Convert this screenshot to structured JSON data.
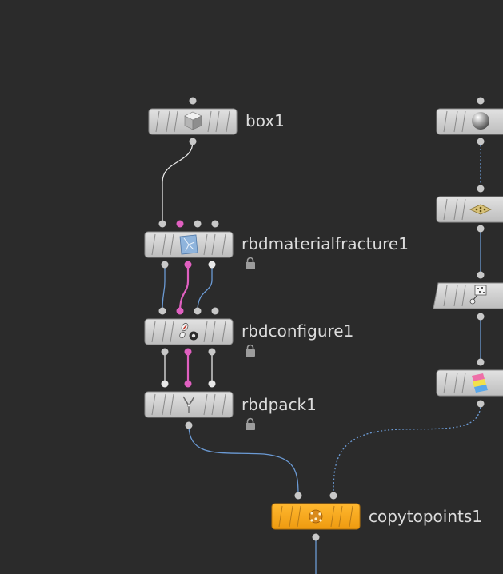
{
  "network": {
    "nodes": {
      "box1": {
        "label": "box1",
        "icon": "cube-icon"
      },
      "rbdmaterialfracture1": {
        "label": "rbdmaterialfracture1",
        "icon": "fracture-icon",
        "locked": true
      },
      "rbdconfigure1": {
        "label": "rbdconfigure1",
        "icon": "configure-icon",
        "locked": true
      },
      "rbdpack1": {
        "label": "rbdpack1",
        "icon": "pack-icon",
        "locked": true
      },
      "copytopoints1": {
        "label": "copytopoints1",
        "icon": "copytopoints-icon",
        "display_flag": true
      },
      "sphere": {
        "icon": "sphere-icon"
      },
      "points": {
        "icon": "points-icon"
      },
      "scatter": {
        "icon": "scatter-icon"
      },
      "attribute": {
        "icon": "attribute-icon"
      }
    },
    "colors": {
      "background": "#2b2b2b",
      "node_fill": "#cfcfcf",
      "node_border": "#9a9a9a",
      "display_node": "#f5a623",
      "wire_white": "#e6e6e6",
      "wire_pink": "#e060c0",
      "wire_blue": "#6b9ad4",
      "label": "#dcdcdc"
    }
  }
}
